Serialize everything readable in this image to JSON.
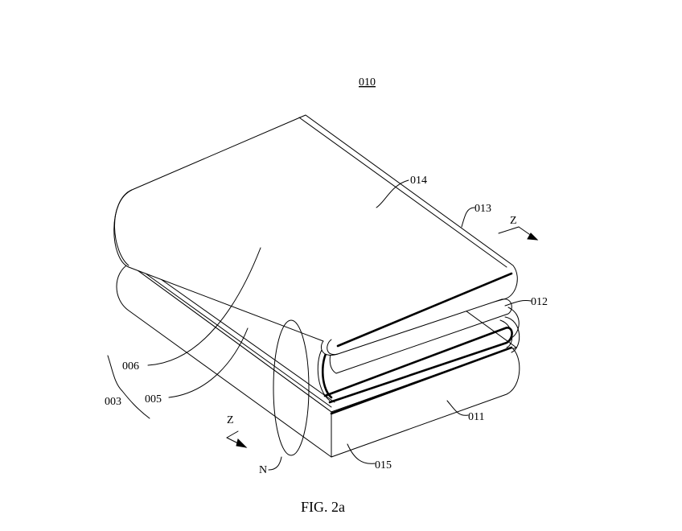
{
  "figure": {
    "reference": "010",
    "caption": "FIG. 2a",
    "labels": {
      "l014": "014",
      "l013": "013",
      "l012": "012",
      "l011": "011",
      "l015": "015",
      "l006": "006",
      "l005": "005",
      "l003": "003",
      "lN": "N",
      "lZ1": "Z",
      "lZ2": "Z"
    }
  }
}
